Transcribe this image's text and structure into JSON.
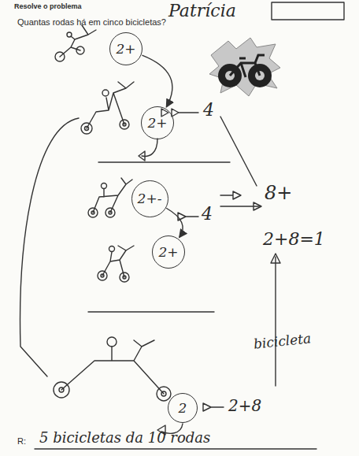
{
  "diagram": {
    "title": "Quantas rodas há em cinco bicicletas?",
    "nodes": [
      {
        "text": [
          "2+"
        ]
      },
      {
        "text": [
          "2+"
        ]
      },
      {
        "text": [
          "2+-"
        ]
      },
      {
        "text": [
          "2+"
        ]
      },
      {
        "text": [
          "2"
        ]
      }
    ],
    "edges": [
      {
        "from": 0,
        "to": 1,
        "arrow": "to"
      },
      {
        "from": 2,
        "to": 3,
        "arrow": "to"
      }
    ],
    "labels": [
      "Resolve o problema",
      "Patrícia",
      "4",
      "8+",
      "4",
      "2+8=1",
      "bicicleta",
      "2+8",
      "R:",
      "5 bicicletas da 10 rodas"
    ]
  }
}
